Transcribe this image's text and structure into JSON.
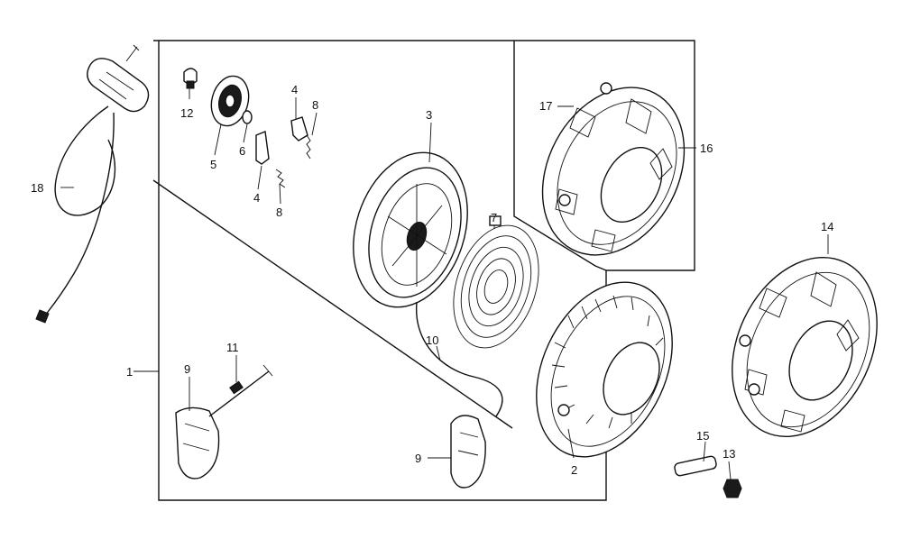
{
  "labels": {
    "l1": "1",
    "l2": "2",
    "l3": "3",
    "l4a": "4",
    "l4b": "4",
    "l5": "5",
    "l6": "6",
    "l7": "7",
    "l8a": "8",
    "l8b": "8",
    "l9a": "9",
    "l9b": "9",
    "l10": "10",
    "l11": "11",
    "l12": "12",
    "l13": "13",
    "l14": "14",
    "l15": "15",
    "l16": "16",
    "l17": "17",
    "l18": "18"
  }
}
